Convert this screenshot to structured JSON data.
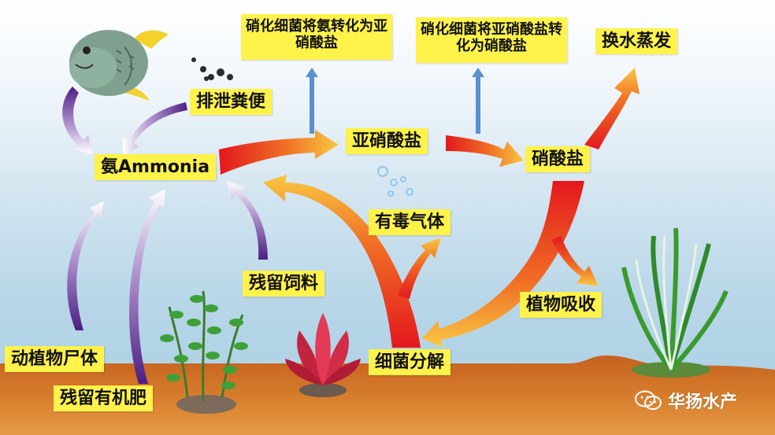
{
  "labels": {
    "ammonia": "氨Ammonia",
    "nitrite": "亚硝酸盐",
    "nitrate": "硝酸盐",
    "excretion": "排泄粪便",
    "toxic_gas": "有毒气体",
    "residual_feed": "残留饲料",
    "plant_absorb": "植物吸收",
    "water_evap": "换水蒸发",
    "bacteria_decomp": "细菌分解",
    "dead_bodies": "动植物尸体",
    "organic_fertilizer": "残留有机肥",
    "nitrify_ammonia": "硝化细菌将氨转化为亚硝酸盐",
    "nitrify_nitrite": "硝化细菌将亚硝酸盐转化为硝酸盐"
  },
  "brand": {
    "name": "华扬水产",
    "icon": "wechat-icon"
  },
  "colors": {
    "label_bg": "#fff24a",
    "soil": "#c0571a",
    "water": "#b7d6e8",
    "arrow_hot": "#e8231f",
    "arrow_warm": "#f7c23a",
    "arrow_purple": "#4b1e83",
    "blue_arrow": "#5b8fd0"
  }
}
